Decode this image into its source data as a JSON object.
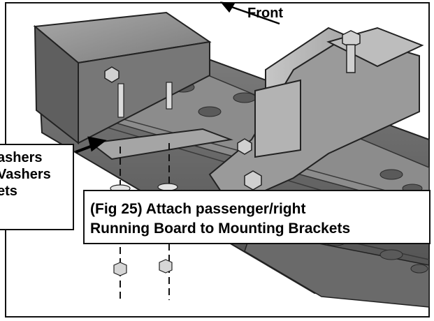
{
  "front_label": "Front",
  "left_callout": {
    "lines": [
      "ashers",
      "Vashers",
      "ets"
    ]
  },
  "caption": {
    "line1": "(Fig 25) Attach passenger/right",
    "line2": "Running Board to Mounting Brackets"
  }
}
